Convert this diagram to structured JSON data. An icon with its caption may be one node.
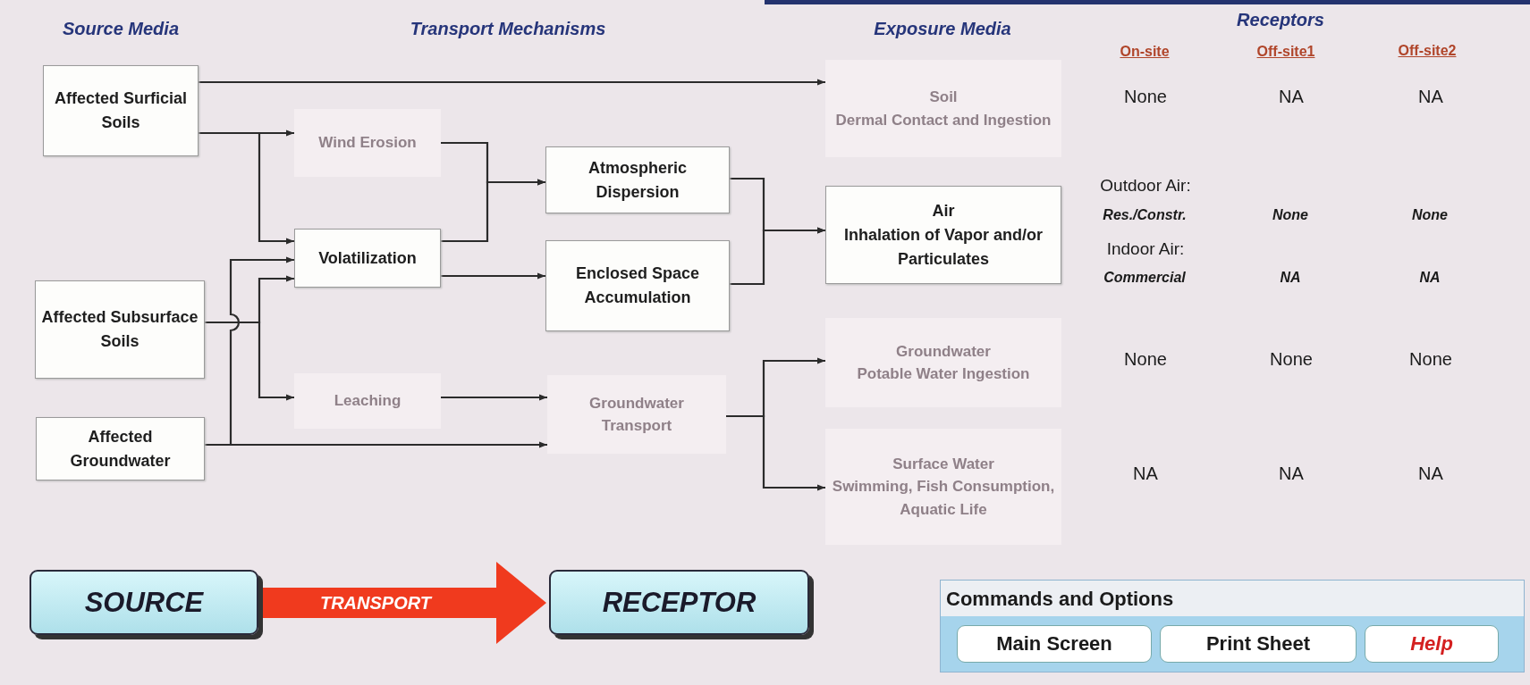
{
  "diagram": {
    "nodes": [
      {
        "text": [
          "Affected Surficial Soils"
        ]
      },
      {
        "text": [
          "Affected Subsurface Soils"
        ]
      },
      {
        "text": [
          "Affected Groundwater"
        ]
      },
      {
        "text": [
          "Wind Erosion"
        ]
      },
      {
        "text": [
          "Volatilization"
        ]
      },
      {
        "text": [
          "Leaching"
        ]
      },
      {
        "text": [
          "Atmospheric Dispersion"
        ]
      },
      {
        "text": [
          "Enclosed Space Accumulation"
        ]
      },
      {
        "text": [
          "Groundwater Transport"
        ]
      },
      {
        "text": [
          "Soil",
          "Dermal Contact and Ingestion"
        ]
      },
      {
        "text": [
          "Air",
          "Inhalation of Vapor and/or Particulates"
        ]
      },
      {
        "text": [
          "Groundwater",
          "Potable Water Ingestion"
        ]
      },
      {
        "text": [
          "Surface Water",
          "Swimming, Fish Consumption, Aquatic Life"
        ]
      },
      {
        "text": [
          "SOURCE"
        ]
      },
      {
        "text": [
          "RECEPTOR"
        ]
      },
      {
        "text": [
          "Commands and Options"
        ]
      },
      {
        "text": [
          "Main Screen"
        ],
        "in": 15
      },
      {
        "text": [
          "Print Sheet"
        ],
        "in": 15
      },
      {
        "text": [
          "Help"
        ],
        "in": 15
      }
    ],
    "edges": [
      {
        "from": 0,
        "to": 9,
        "arrow": "to"
      },
      {
        "from": 0,
        "to": 3,
        "arrow": "to"
      },
      {
        "from": 0,
        "to": 4,
        "arrow": "to"
      },
      {
        "from": 1,
        "to": 4,
        "arrow": "to"
      },
      {
        "from": 1,
        "to": 5,
        "arrow": "to"
      },
      {
        "from": 2,
        "to": 4,
        "arrow": "to"
      },
      {
        "from": 2,
        "to": 8,
        "arrow": "to"
      },
      {
        "from": 3,
        "to": 6,
        "arrow": "to"
      },
      {
        "from": 4,
        "to": 6,
        "arrow": "to"
      },
      {
        "from": 4,
        "to": 7,
        "arrow": "to"
      },
      {
        "from": 5,
        "to": 8,
        "arrow": "to"
      },
      {
        "from": 6,
        "to": 10,
        "arrow": "to"
      },
      {
        "from": 7,
        "to": 10,
        "arrow": "to"
      },
      {
        "from": 8,
        "to": 11,
        "arrow": "to"
      },
      {
        "from": 8,
        "to": 12,
        "arrow": "to"
      },
      {
        "from": 13,
        "to": 14,
        "arrow": "to",
        "label": "TRANSPORT",
        "style": "thick",
        "color": "#f03a1e"
      }
    ],
    "labels": [
      "Source Media",
      "Transport Mechanisms",
      "Exposure Media",
      "Receptors",
      "On-site",
      "Off-site1",
      "Off-site2",
      "None",
      "NA",
      "NA",
      "Outdoor Air:",
      "Res./Constr.",
      "None",
      "None",
      "Indoor Air:",
      "Commercial",
      "NA",
      "NA",
      "None",
      "None",
      "None",
      "NA",
      "NA",
      "NA"
    ]
  }
}
